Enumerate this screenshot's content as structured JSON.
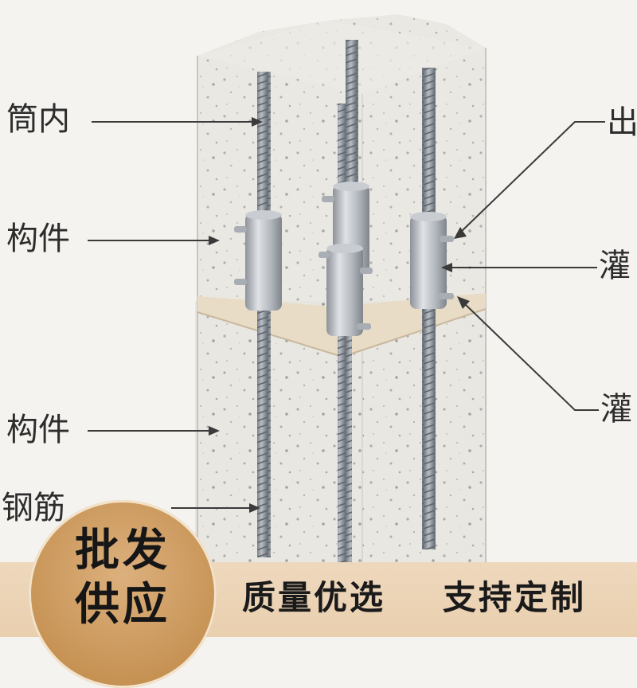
{
  "labels": {
    "sleeve_inside": "筒内",
    "upper_member": "构件",
    "right_top": "出",
    "right_mid": "灌",
    "lower_member": "构件",
    "rebar": "钢筋",
    "right_bottom": "灌"
  },
  "badge": {
    "line1": "批发",
    "line2": "供应"
  },
  "slogans": {
    "quality": "质量优选",
    "custom": "支持定制"
  },
  "colors": {
    "concrete": "#e4e2dc",
    "rebar": "#8e949c",
    "sleeve": "#b7bcc2",
    "badge": "#c99658",
    "banner": "#ecd4b6"
  }
}
